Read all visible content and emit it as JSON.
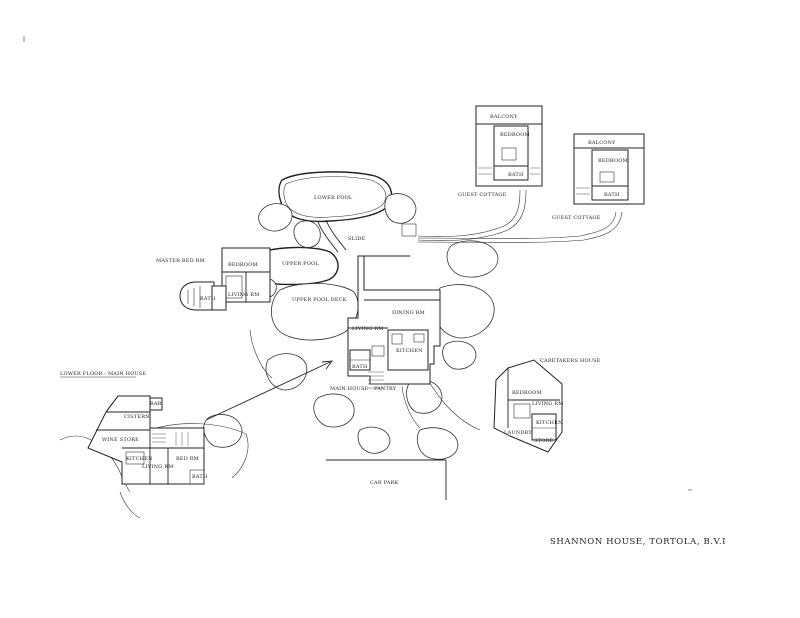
{
  "caption": "SHANNON HOUSE, TORTOLA, B.V.I",
  "labels": {
    "lower_pool": "LOWER POOL",
    "slide": "SLIDE",
    "upper_pool": "UPPER POOL",
    "upper_pool_deck": "UPPER POOL DECK",
    "master_bedroom": "MASTER BED RM",
    "bedroom": "BEDROOM",
    "living_rm": "LIVING RM",
    "bath": "BATH",
    "dining_rm": "DINING RM",
    "kitchen": "KITCHEN",
    "main_house": "MAIN HOUSE",
    "pantry": "PANTRY",
    "car_park": "CAR PARK",
    "guest_cottage": "GUEST COTTAGE",
    "balcony": "BALCONY",
    "caretakers_house": "CARETAKERS HOUSE",
    "laundry": "LAUNDRY",
    "store": "STORE",
    "lower_floor_main_house": "LOWER FLOOR - MAIN HOUSE",
    "bar": "BAR",
    "cistern": "CISTERN",
    "wine_store": "WINE STORE",
    "bed_rm": "BED RM"
  }
}
